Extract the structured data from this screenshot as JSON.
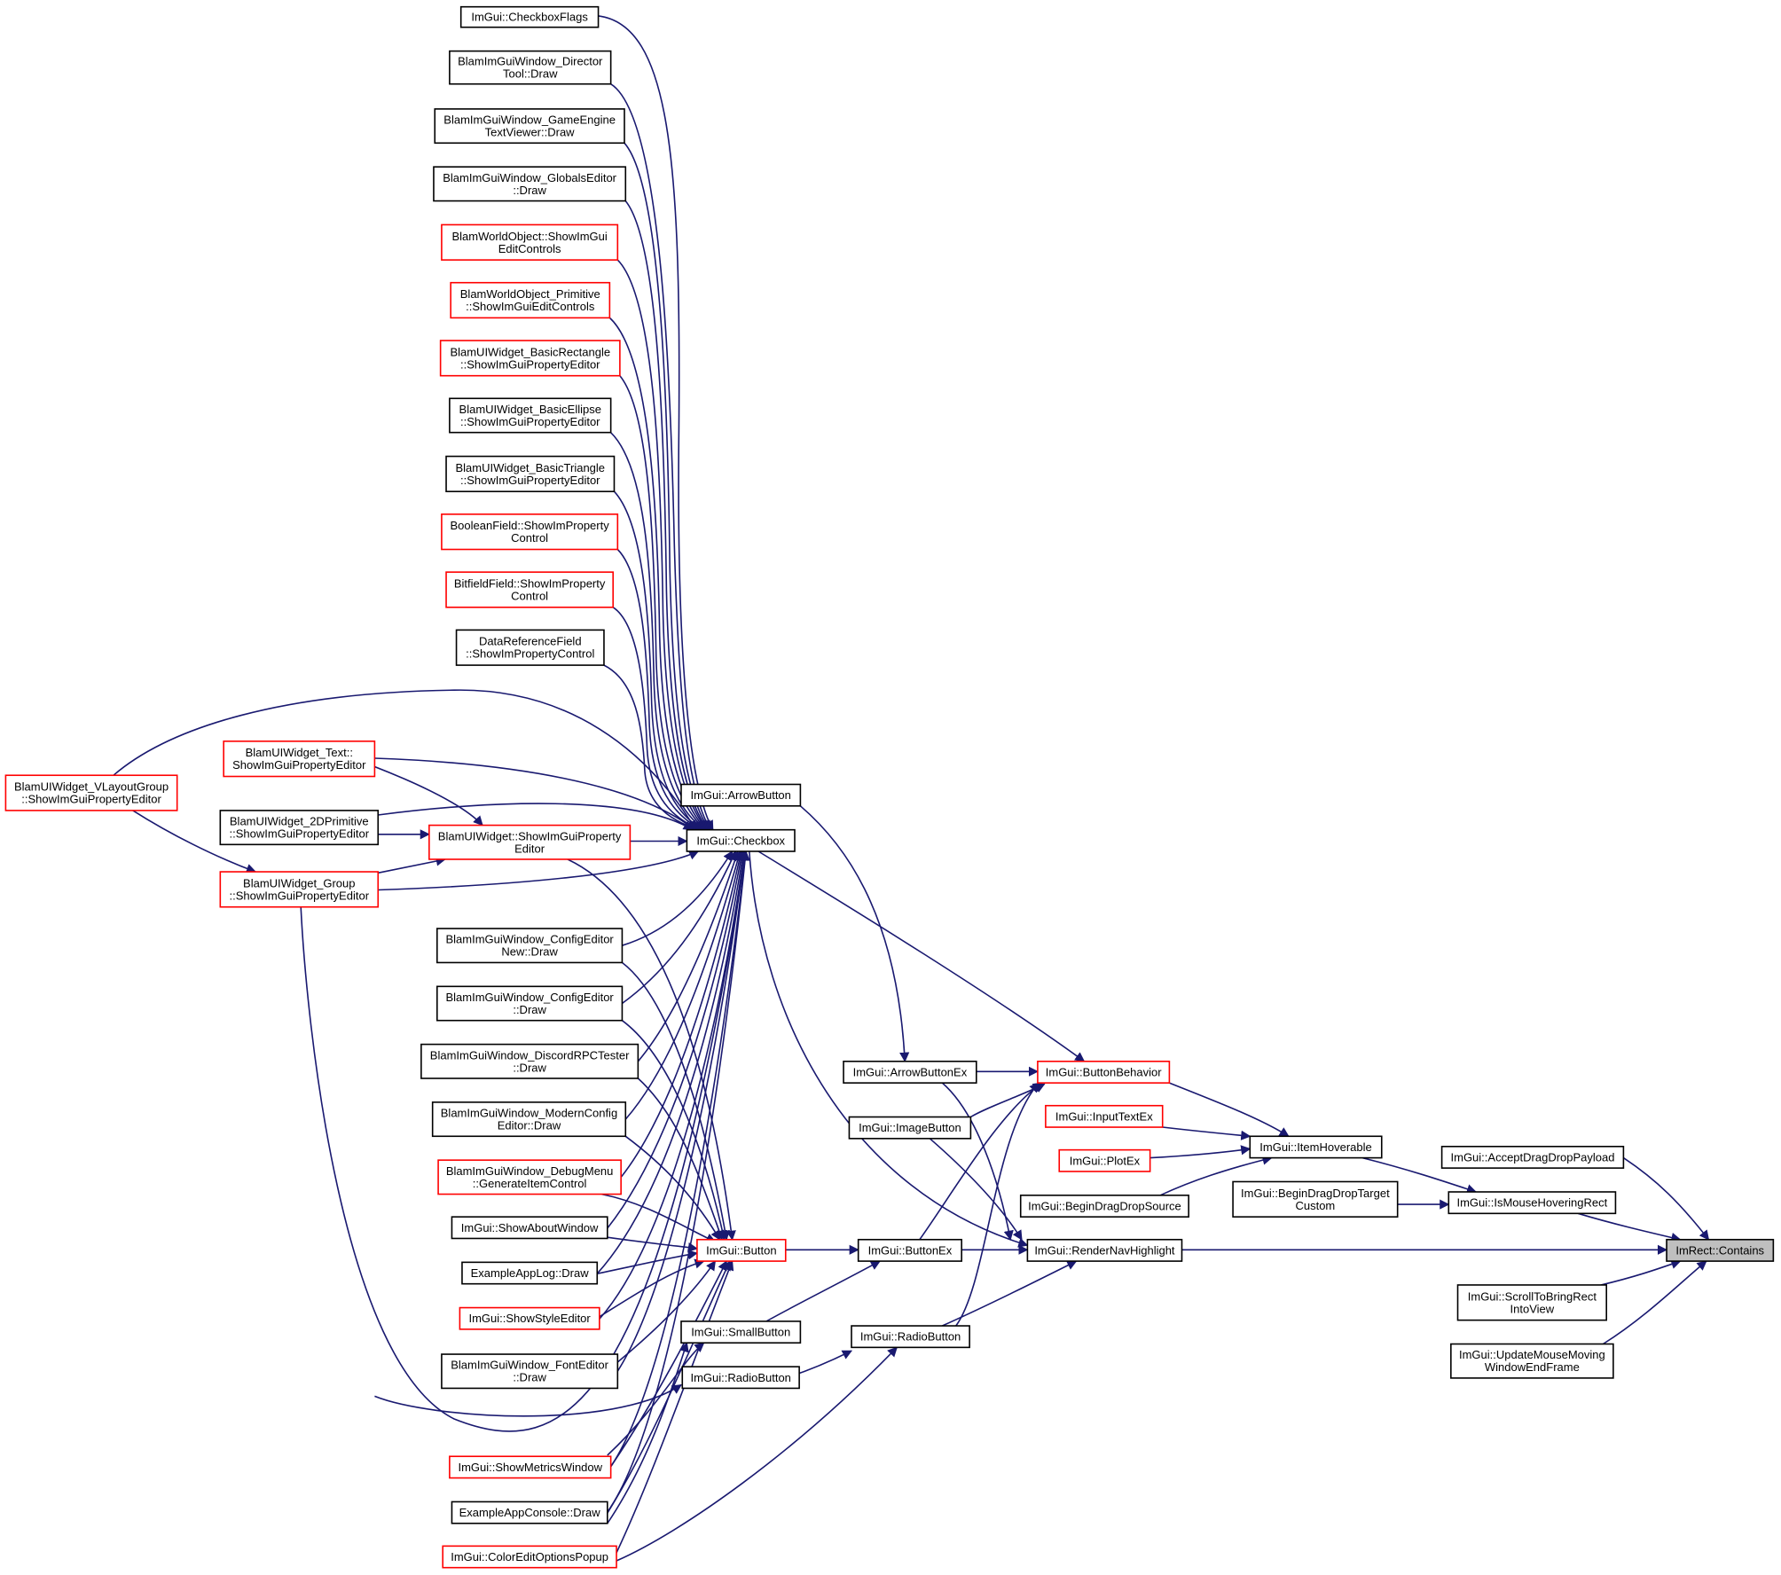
{
  "graph": {
    "title": "",
    "colors": {
      "edge": "#191970",
      "black_border": "#000000",
      "red_border": "#ff0000",
      "focus_fill": "#bfbfbf"
    },
    "nodes": [
      {
        "id": "checkboxflags",
        "lines": [
          "ImGui::CheckboxFlags"
        ],
        "border": "black"
      },
      {
        "id": "director",
        "lines": [
          "BlamImGuiWindow_Director",
          "Tool::Draw"
        ],
        "border": "black"
      },
      {
        "id": "gameengine",
        "lines": [
          "BlamImGuiWindow_GameEngine",
          "TextViewer::Draw"
        ],
        "border": "black"
      },
      {
        "id": "globals",
        "lines": [
          "BlamImGuiWindow_GlobalsEditor",
          "::Draw"
        ],
        "border": "black"
      },
      {
        "id": "worldobj",
        "lines": [
          "BlamWorldObject::ShowImGui",
          "EditControls"
        ],
        "border": "red"
      },
      {
        "id": "worldprim",
        "lines": [
          "BlamWorldObject_Primitive",
          "::ShowImGuiEditControls"
        ],
        "border": "red"
      },
      {
        "id": "basicrect",
        "lines": [
          "BlamUIWidget_BasicRectangle",
          "::ShowImGuiPropertyEditor"
        ],
        "border": "red"
      },
      {
        "id": "basicellipse",
        "lines": [
          "BlamUIWidget_BasicEllipse",
          "::ShowImGuiPropertyEditor"
        ],
        "border": "black"
      },
      {
        "id": "basictri",
        "lines": [
          "BlamUIWidget_BasicTriangle",
          "::ShowImGuiPropertyEditor"
        ],
        "border": "black"
      },
      {
        "id": "boolfield",
        "lines": [
          "BooleanField::ShowImProperty",
          "Control"
        ],
        "border": "red"
      },
      {
        "id": "bitfield",
        "lines": [
          "BitfieldField::ShowImProperty",
          "Control"
        ],
        "border": "red"
      },
      {
        "id": "dataref",
        "lines": [
          "DataReferenceField",
          "::ShowImPropertyControl"
        ],
        "border": "black"
      },
      {
        "id": "text",
        "lines": [
          "BlamUIWidget_Text::",
          "ShowImGuiPropertyEditor"
        ],
        "border": "red"
      },
      {
        "id": "vlayout",
        "lines": [
          "BlamUIWidget_VLayoutGroup",
          "::ShowImGuiPropertyEditor"
        ],
        "border": "red"
      },
      {
        "id": "prim2d",
        "lines": [
          "BlamUIWidget_2DPrimitive",
          "::ShowImGuiPropertyEditor"
        ],
        "border": "black"
      },
      {
        "id": "uiwidget",
        "lines": [
          "BlamUIWidget::ShowImGuiProperty",
          "Editor"
        ],
        "border": "red"
      },
      {
        "id": "group",
        "lines": [
          "BlamUIWidget_Group",
          "::ShowImGuiPropertyEditor"
        ],
        "border": "red"
      },
      {
        "id": "cfgnew",
        "lines": [
          "BlamImGuiWindow_ConfigEditor",
          "New::Draw"
        ],
        "border": "black"
      },
      {
        "id": "cfg",
        "lines": [
          "BlamImGuiWindow_ConfigEditor",
          "::Draw"
        ],
        "border": "black"
      },
      {
        "id": "discord",
        "lines": [
          "BlamImGuiWindow_DiscordRPCTester",
          "::Draw"
        ],
        "border": "black"
      },
      {
        "id": "moderncfg",
        "lines": [
          "BlamImGuiWindow_ModernConfig",
          "Editor::Draw"
        ],
        "border": "black"
      },
      {
        "id": "debugmenu",
        "lines": [
          "BlamImGuiWindow_DebugMenu",
          "::GenerateItemControl"
        ],
        "border": "red"
      },
      {
        "id": "showabout",
        "lines": [
          "ImGui::ShowAboutWindow"
        ],
        "border": "black"
      },
      {
        "id": "applog",
        "lines": [
          "ExampleAppLog::Draw"
        ],
        "border": "black"
      },
      {
        "id": "styleeditor",
        "lines": [
          "ImGui::ShowStyleEditor"
        ],
        "border": "red"
      },
      {
        "id": "fonteditor",
        "lines": [
          "BlamImGuiWindow_FontEditor",
          "::Draw"
        ],
        "border": "black"
      },
      {
        "id": "metrics",
        "lines": [
          "ImGui::ShowMetricsWindow"
        ],
        "border": "red"
      },
      {
        "id": "console",
        "lines": [
          "ExampleAppConsole::Draw"
        ],
        "border": "black"
      },
      {
        "id": "coloredit",
        "lines": [
          "ImGui::ColorEditOptionsPopup"
        ],
        "border": "red"
      },
      {
        "id": "arrowbutton",
        "lines": [
          "ImGui::ArrowButton"
        ],
        "border": "black"
      },
      {
        "id": "checkbox",
        "lines": [
          "ImGui::Checkbox"
        ],
        "border": "black"
      },
      {
        "id": "button",
        "lines": [
          "ImGui::Button"
        ],
        "border": "red"
      },
      {
        "id": "smallbutton",
        "lines": [
          "ImGui::SmallButton"
        ],
        "border": "black"
      },
      {
        "id": "radiobutton2",
        "lines": [
          "ImGui::RadioButton"
        ],
        "border": "black"
      },
      {
        "id": "arrowbuttonex",
        "lines": [
          "ImGui::ArrowButtonEx"
        ],
        "border": "black"
      },
      {
        "id": "imagebutton",
        "lines": [
          "ImGui::ImageButton"
        ],
        "border": "black"
      },
      {
        "id": "buttonex",
        "lines": [
          "ImGui::ButtonEx"
        ],
        "border": "black"
      },
      {
        "id": "radiobutton",
        "lines": [
          "ImGui::RadioButton"
        ],
        "border": "black"
      },
      {
        "id": "buttonbehavior",
        "lines": [
          "ImGui::ButtonBehavior"
        ],
        "border": "red"
      },
      {
        "id": "inputtextex",
        "lines": [
          "ImGui::InputTextEx"
        ],
        "border": "red"
      },
      {
        "id": "plotex",
        "lines": [
          "ImGui::PlotEx"
        ],
        "border": "red"
      },
      {
        "id": "begindragsrc",
        "lines": [
          "ImGui::BeginDragDropSource"
        ],
        "border": "black"
      },
      {
        "id": "rendernav",
        "lines": [
          "ImGui::RenderNavHighlight"
        ],
        "border": "black"
      },
      {
        "id": "itemhoverable",
        "lines": [
          "ImGui::ItemHoverable"
        ],
        "border": "black"
      },
      {
        "id": "begindragtgt",
        "lines": [
          "ImGui::BeginDragDropTarget",
          "Custom"
        ],
        "border": "black"
      },
      {
        "id": "acceptdrag",
        "lines": [
          "ImGui::AcceptDragDropPayload"
        ],
        "border": "black"
      },
      {
        "id": "ismousehover",
        "lines": [
          "ImGui::IsMouseHoveringRect"
        ],
        "border": "black"
      },
      {
        "id": "scrolltobring",
        "lines": [
          "ImGui::ScrollToBringRect",
          "IntoView"
        ],
        "border": "black"
      },
      {
        "id": "updatemouse",
        "lines": [
          "ImGui::UpdateMouseMoving",
          "WindowEndFrame"
        ],
        "border": "black"
      },
      {
        "id": "contains",
        "lines": [
          "ImRect::Contains"
        ],
        "border": "gray"
      }
    ]
  }
}
